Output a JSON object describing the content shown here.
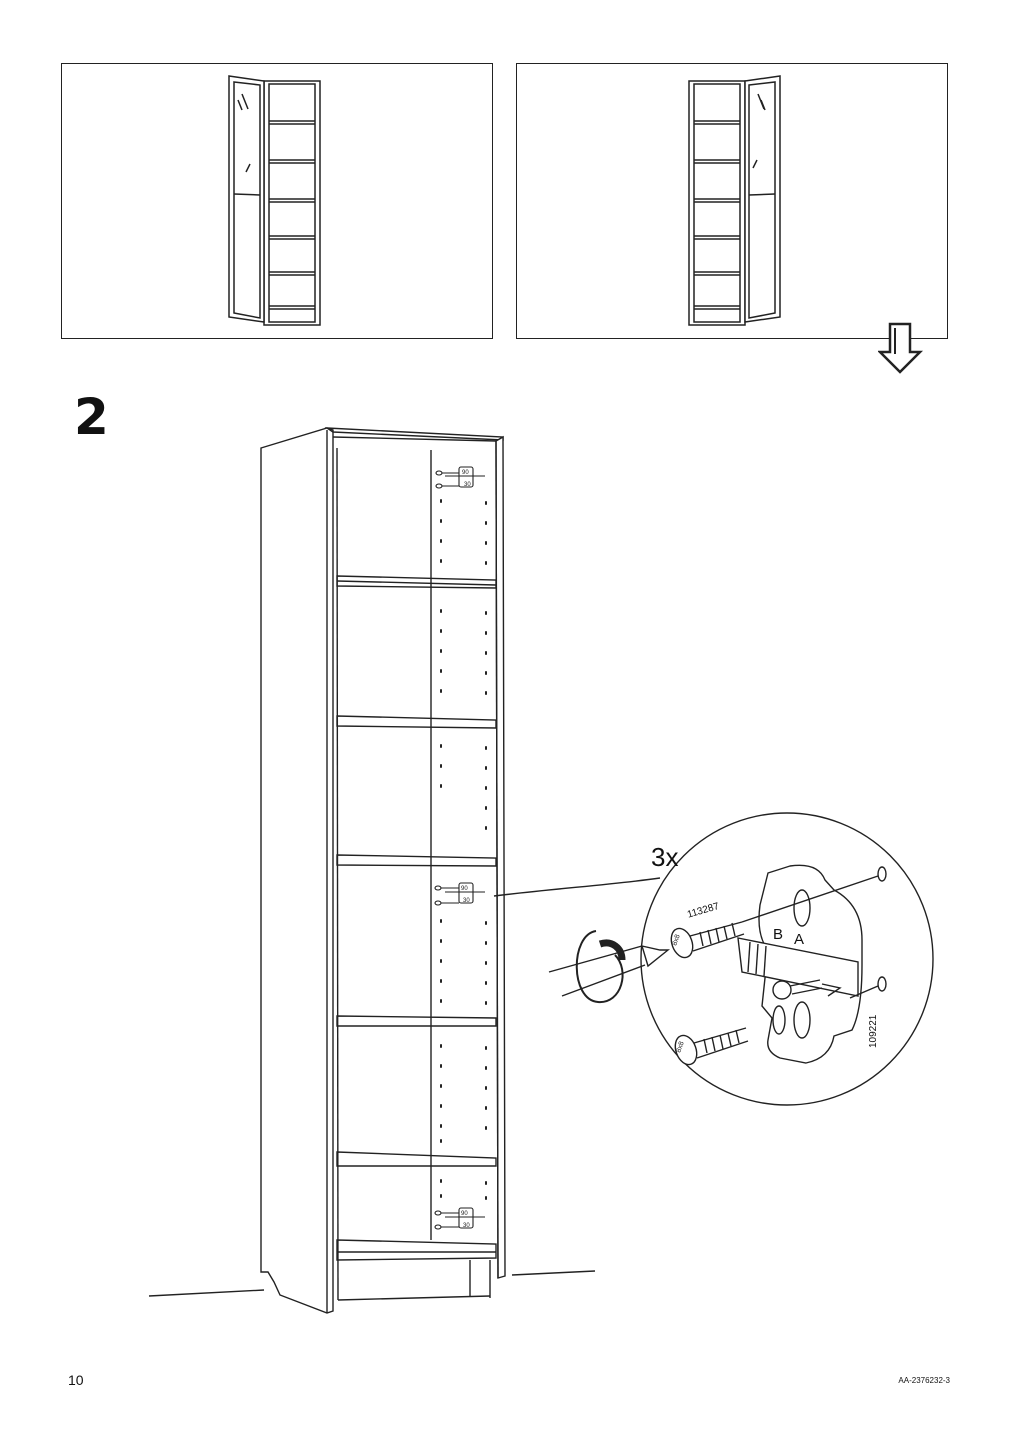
{
  "step": {
    "number": "2"
  },
  "callout": {
    "quantity": "3x"
  },
  "parts": {
    "screw_part": "113287",
    "bracket_part": "109221",
    "bracket_marks": [
      "B",
      "A"
    ]
  },
  "screw_head_label": "8x8",
  "bracket_small_labels": [
    "90",
    "30"
  ],
  "footer": {
    "page_number": "10",
    "doc_code": "AA-2376232-3"
  }
}
